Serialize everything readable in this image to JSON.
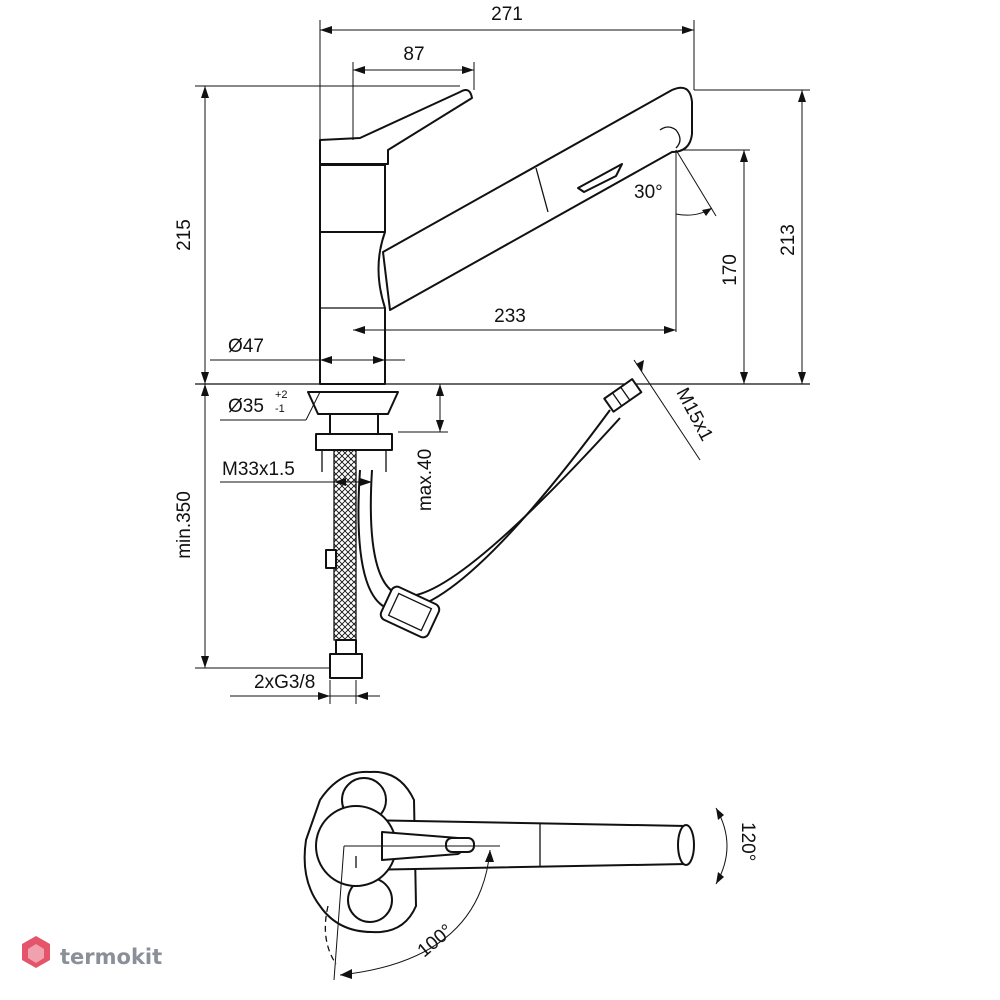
{
  "dimensions": {
    "total_length": "271",
    "lever_reach": "87",
    "height_left": "215",
    "height_right": "213",
    "spout_height": "170",
    "spout_reach": "233",
    "spray_angle": "30°",
    "base_diameter": "Ø47",
    "hole_diameter": "Ø35",
    "hole_tol_plus": "+2",
    "hole_tol_minus": "-1",
    "thread": "M33x1.5",
    "max_thickness": "max.40",
    "min_hose": "min.350",
    "connection": "2xG3/8",
    "hose_thread": "M15x1",
    "swivel_angle": "120°",
    "lever_angle": "100°"
  },
  "brand": {
    "name": "termokit",
    "color": "#8a8f98",
    "accent": "#e4546a"
  }
}
